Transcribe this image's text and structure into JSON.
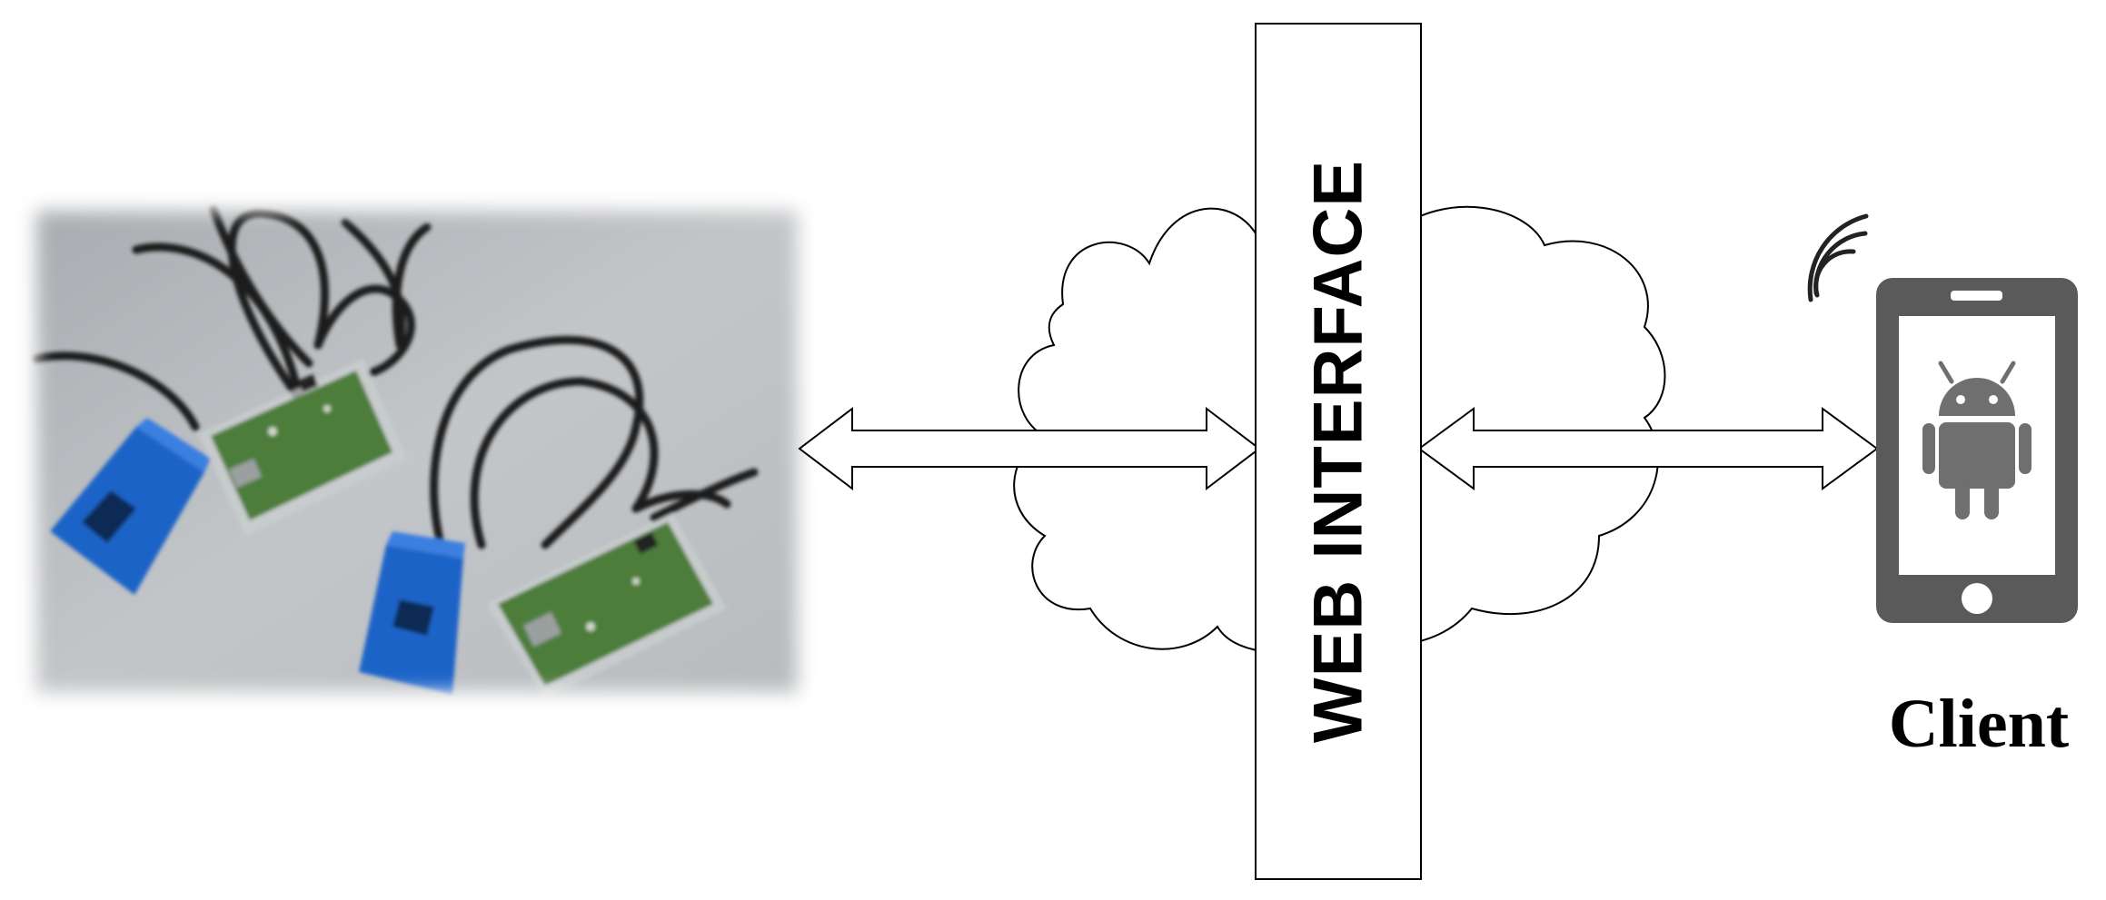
{
  "web_interface": {
    "label": "WEB INTERFACE"
  },
  "client": {
    "label": "Client",
    "device": "smartphone-icon",
    "os_icon": "android-icon",
    "signal_icon": "wifi-signal-icon"
  },
  "hardware_photo": {
    "subject": "energy-meter-boards-with-current-clamps"
  },
  "connections": [
    {
      "from": "hardware_photo",
      "to": "web_interface",
      "type": "bidirectional"
    },
    {
      "from": "web_interface",
      "to": "client",
      "type": "bidirectional"
    }
  ],
  "colors": {
    "clamp_blue": "#1f63c7",
    "board_green": "#4d7d3a",
    "phone_body": "#5a5a5a",
    "android_grey": "#6f6f6f",
    "photo_bg": "#b9bcbf"
  }
}
